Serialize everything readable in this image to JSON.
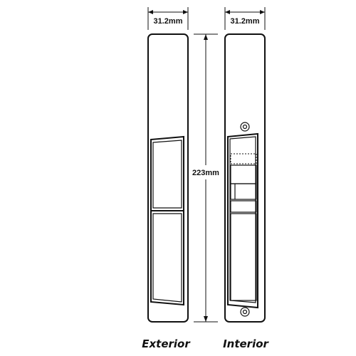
{
  "dimensions": {
    "exterior_width": "31.2mm",
    "interior_width": "31.2mm",
    "height": "223mm"
  },
  "labels": {
    "exterior": "Exterior",
    "interior": "Interior"
  }
}
